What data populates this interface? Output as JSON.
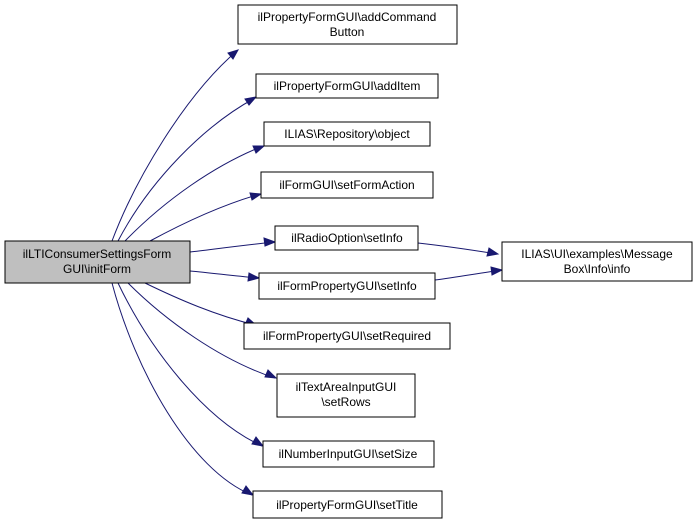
{
  "graph": {
    "root": {
      "id": "root",
      "lines": [
        "ilLTIConsumerSettingsForm",
        "GUI\\initForm"
      ]
    },
    "callees": [
      {
        "id": "n1",
        "lines": [
          "ilPropertyFormGUI\\addCommand",
          "Button"
        ]
      },
      {
        "id": "n2",
        "lines": [
          "ilPropertyFormGUI\\addItem"
        ]
      },
      {
        "id": "n3",
        "lines": [
          "ILIAS\\Repository\\object"
        ]
      },
      {
        "id": "n4",
        "lines": [
          "ilFormGUI\\setFormAction"
        ]
      },
      {
        "id": "n5",
        "lines": [
          "ilRadioOption\\setInfo"
        ]
      },
      {
        "id": "n6",
        "lines": [
          "ilFormPropertyGUI\\setInfo"
        ]
      },
      {
        "id": "n7",
        "lines": [
          "ilFormPropertyGUI\\setRequired"
        ]
      },
      {
        "id": "n8",
        "lines": [
          "ilTextAreaInputGUI",
          "\\setRows"
        ]
      },
      {
        "id": "n9",
        "lines": [
          "ilNumberInputGUI\\setSize"
        ]
      },
      {
        "id": "n10",
        "lines": [
          "ilPropertyFormGUI\\setTitle"
        ]
      }
    ],
    "leaf": {
      "id": "n11",
      "lines": [
        "ILIAS\\UI\\examples\\Message",
        "Box\\Info\\info"
      ]
    },
    "edge_color": "#191970",
    "root_fill": "#bfbfbf"
  }
}
